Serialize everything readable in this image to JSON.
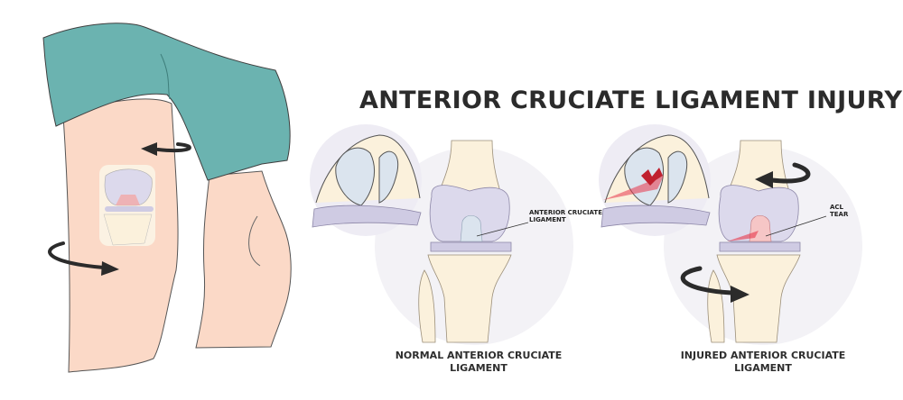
{
  "title": "ANTERIOR CRUCIATE LIGAMENT INJURY",
  "panels": {
    "normal": {
      "callout_line1": "ANTERIOR CRUCIATE",
      "callout_line2": "LIGAMENT",
      "caption_line1": "NORMAL ANTERIOR CRUCIATE",
      "caption_line2": "LIGAMENT"
    },
    "injured": {
      "callout_line1": "ACL",
      "callout_line2": "TEAR",
      "caption_line1": "INJURED ANTERIOR CRUCIATE",
      "caption_line2": "LIGAMENT"
    }
  },
  "colors": {
    "shorts": "#6bb3b0",
    "skin": "#fbd9c7",
    "bone": "#fbf1dc",
    "cartilage": "#dcd9ec",
    "ligament": "#dbe4ee",
    "tear": "#e8354a",
    "arrow": "#2b2b2b",
    "circle_bg": "#f3f2f6"
  }
}
